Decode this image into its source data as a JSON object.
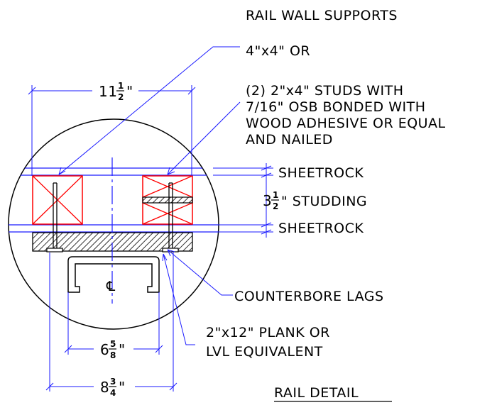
{
  "notes": {
    "title": "RAIL WALL SUPPORTS",
    "option_1": "4\"x4\"  OR",
    "option_2_line1": "(2)  2\"x4\"  STUDS  WITH",
    "option_2_line2": "7/16\"  OSB  BONDED  WITH",
    "option_2_line3": "WOOD  ADHESIVE  OR  EQUAL",
    "option_2_line4": "AND  NAILED",
    "sheetrock_top": "SHEETROCK",
    "studding": "\"  STUDDING",
    "sheetrock_bottom": "SHEETROCK",
    "counterbore": "COUNTERBORE  LAGS",
    "plank_line1": "2\"x12\"  PLANK  OR",
    "plank_line2": "LVL  EQUIVALENT",
    "detail_title": "RAIL  DETAIL",
    "centerline": "℄"
  },
  "dimensions": {
    "top_width": {
      "whole": "11",
      "num": "1",
      "den": "2",
      "unit": "\""
    },
    "studding": {
      "whole": "3",
      "num": "1",
      "den": "2"
    },
    "inner_width": {
      "whole": "6",
      "num": "5",
      "den": "8",
      "unit": "\""
    },
    "outer_width": {
      "whole": "8",
      "num": "3",
      "den": "4",
      "unit": "\""
    }
  },
  "colors": {
    "lines": "#000000",
    "dimension": "#1a1aff",
    "supports": "#ff0000"
  }
}
